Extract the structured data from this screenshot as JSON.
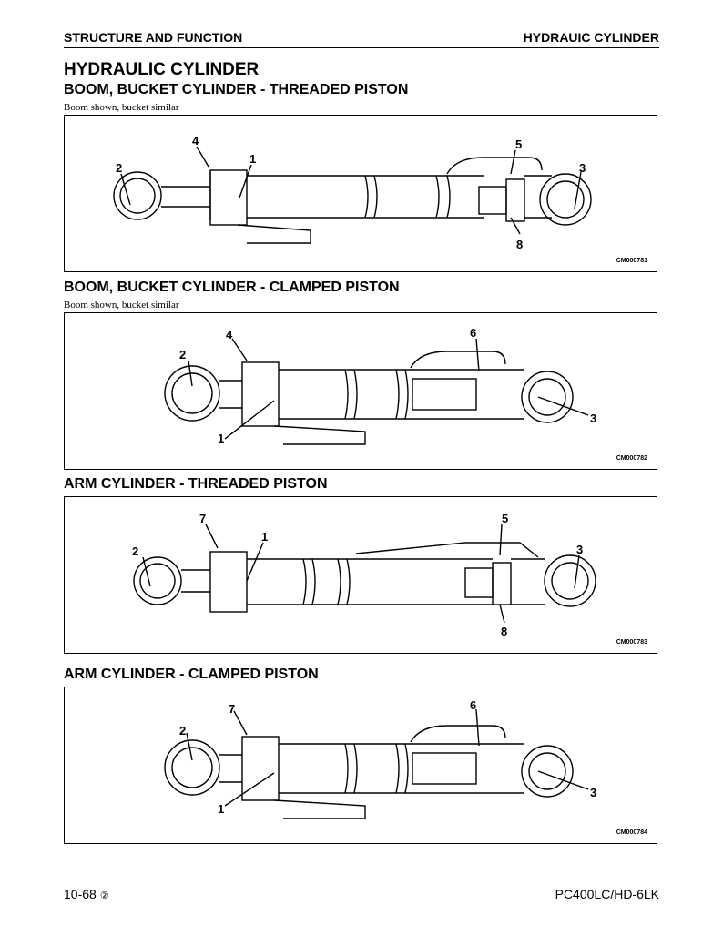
{
  "header": {
    "left": "STRUCTURE AND FUNCTION",
    "right": "HYDRAUIC CYLINDER"
  },
  "main_title": "HYDRAULIC CYLINDER",
  "sections": [
    {
      "title": "BOOM, BUCKET CYLINDER - THREADED PISTON",
      "caption": "Boom shown, bucket similar",
      "code": "CM000781",
      "callouts": [
        "4",
        "1",
        "2",
        "5",
        "3",
        "8"
      ]
    },
    {
      "title": "BOOM, BUCKET CYLINDER - CLAMPED PISTON",
      "caption": "Boom shown, bucket similar",
      "code": "CM000782",
      "callouts": [
        "4",
        "6",
        "2",
        "3",
        "1"
      ]
    },
    {
      "title": "ARM CYLINDER - THREADED PISTON",
      "caption": "",
      "code": "CM000783",
      "callouts": [
        "7",
        "5",
        "1",
        "2",
        "3",
        "8"
      ]
    },
    {
      "title": "ARM CYLINDER - CLAMPED PISTON",
      "caption": "",
      "code": "CM000784",
      "callouts": [
        "7",
        "6",
        "2",
        "3",
        "1"
      ]
    }
  ],
  "footer": {
    "page": "10-68",
    "revision": "②",
    "model": "PC400LC/HD-6LK"
  }
}
